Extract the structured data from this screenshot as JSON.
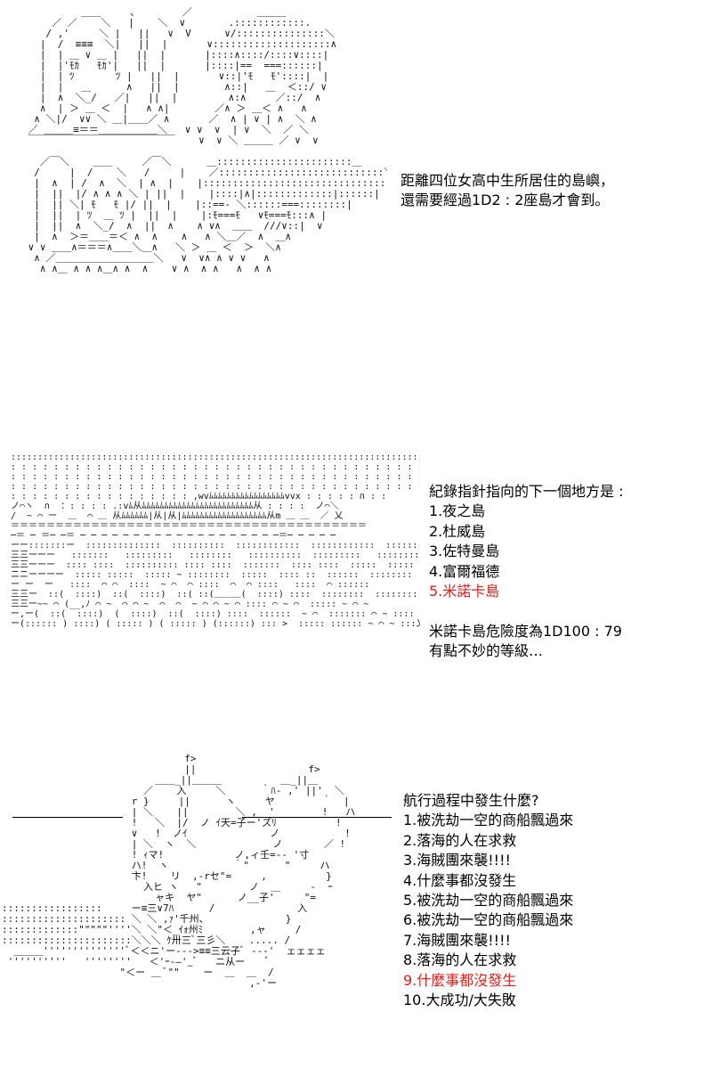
{
  "colors": {
    "text": "#000000",
    "highlight": "#e0201b",
    "background": "#ffffff"
  },
  "panel1": {
    "lines": [
      "距離四位女高中生所居住的島嶼，",
      "還需要經過1D2 : 2座島才會到。"
    ]
  },
  "panel2": {
    "intro": "紀錄指針指向的下一個地方是 :",
    "options": [
      "1.夜之島",
      "2.杜威島",
      "3.佐特曼島",
      "4.富爾福德",
      "5.米諾卡島"
    ],
    "highlighted_option": 4,
    "danger": [
      "米諾卡島危險度為1D100 : 79",
      "有點不妙的等級…"
    ]
  },
  "panel3": {
    "intro": "航行過程中發生什麼?",
    "options": [
      "1.被洗劫一空的商船飄過來",
      "2.落海的人在求救",
      "3.海賊團來襲!!!!",
      "4.什麼事都沒發生",
      "5.被洗劫一空的商船飄過來",
      "6.被洗劫一空的商船飄過來",
      "7.海賊團來襲!!!!",
      "8.落海的人在求救",
      "9.什麼事都沒發生",
      "10.大成功/大失敗"
    ],
    "highlighted_option": 8
  }
}
